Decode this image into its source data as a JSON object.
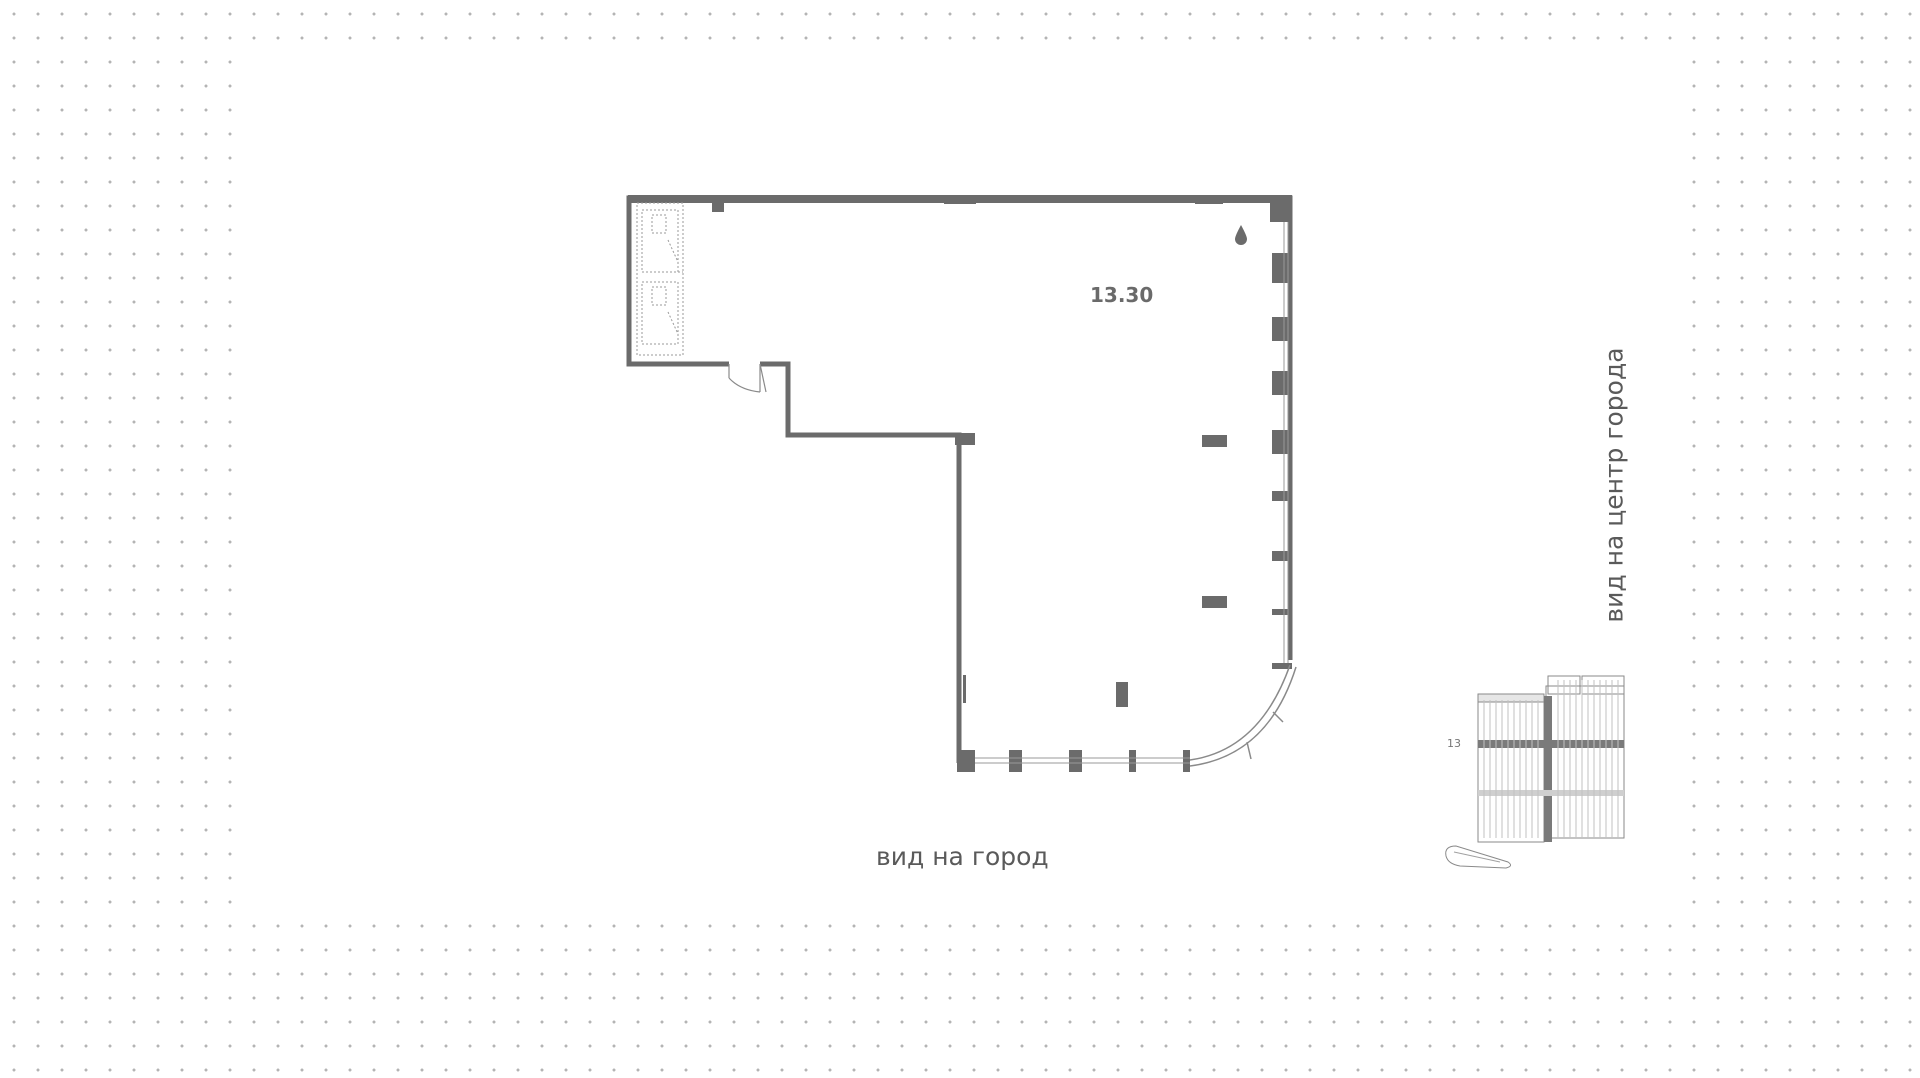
{
  "plan": {
    "area": "13.30"
  },
  "views": {
    "bottom": "вид на город",
    "right": "вид на центр города"
  },
  "building": {
    "floor": "13"
  },
  "colors": {
    "wall": "#6b6b6b",
    "dots": "#b4b4b4",
    "background": "#ffffff"
  },
  "icons": {
    "water_point": "water-drop-icon"
  }
}
